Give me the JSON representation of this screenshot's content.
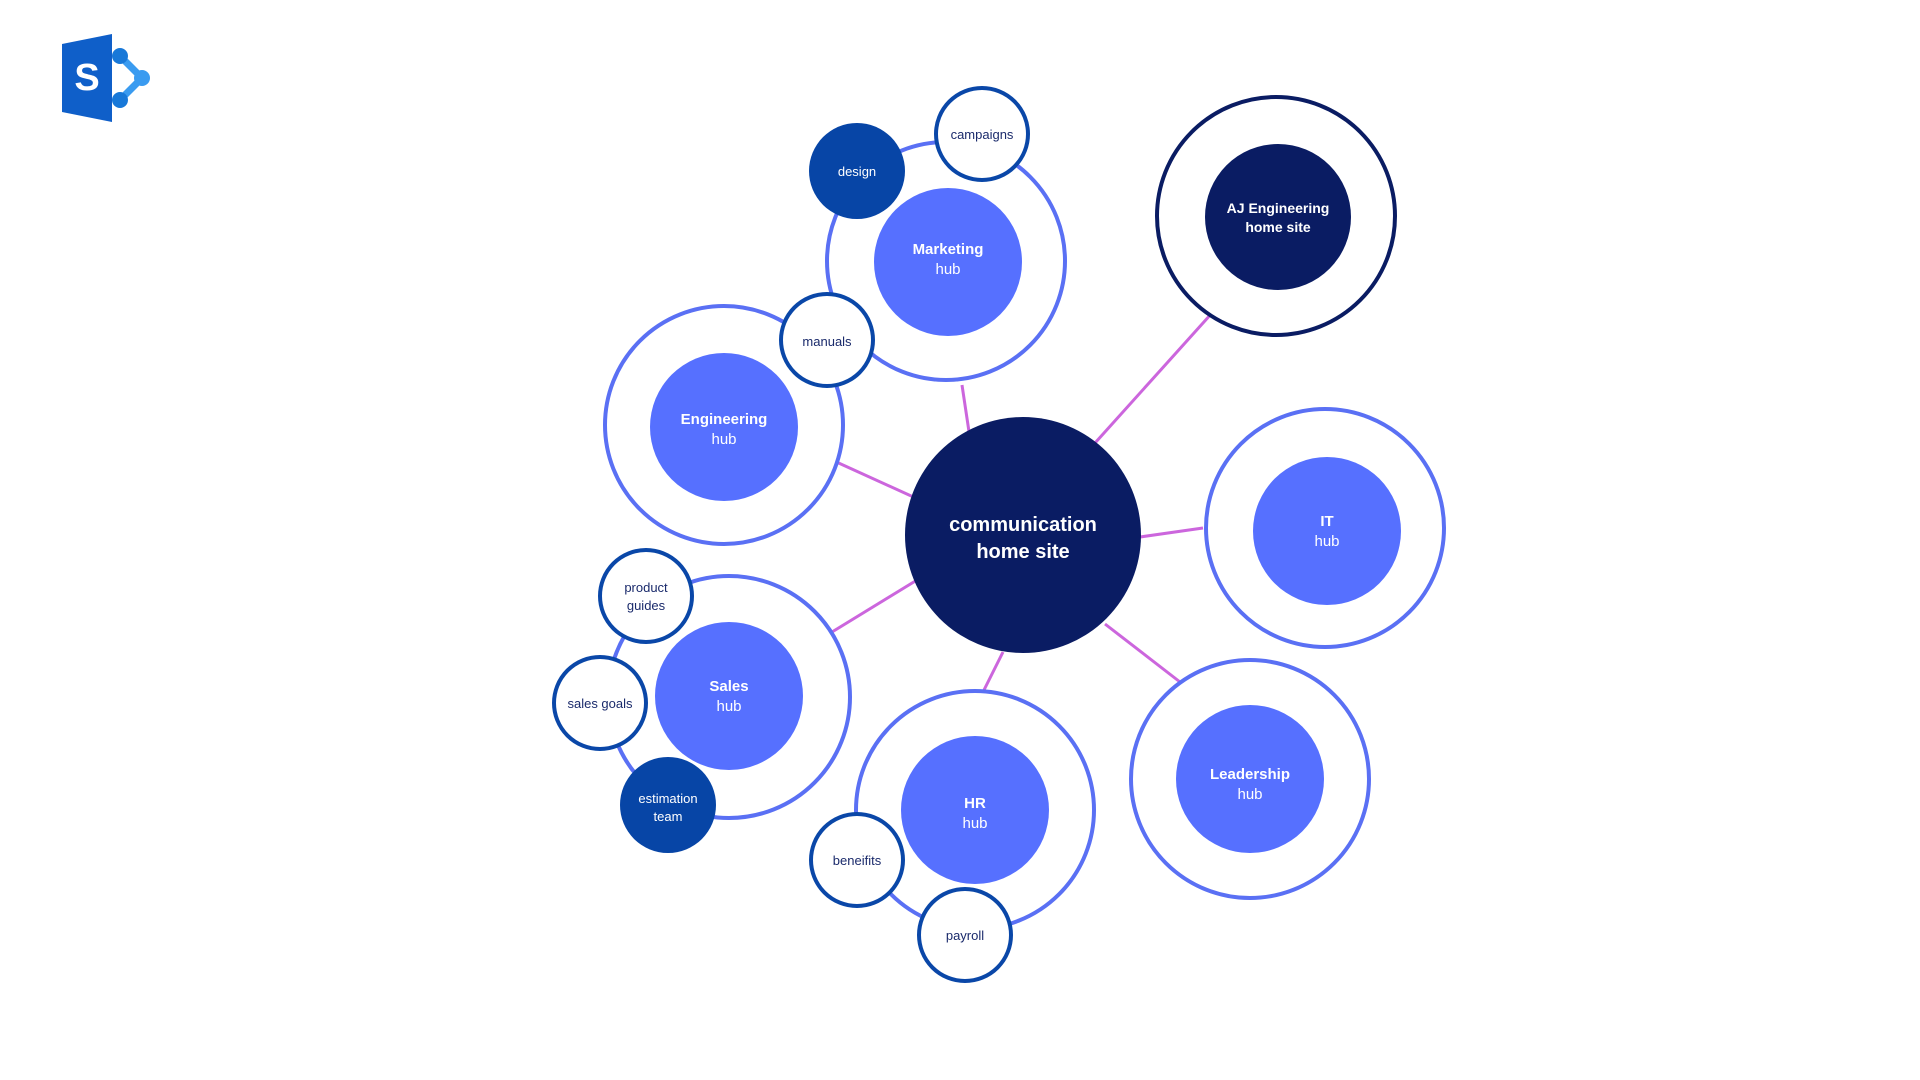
{
  "logo": {
    "name": "SharePoint",
    "letter": "S",
    "icon": "sharepoint-logo-icon",
    "colors": {
      "dark": "#0F5FC9",
      "mid": "#1878D8",
      "light": "#3A9BF0"
    }
  },
  "colors": {
    "connector": "#CC66DD",
    "hub_ring": "#5A70F4",
    "hub_fill": "#5670FF",
    "home_fill": "#0A1C63",
    "subsite_outline": "#0A47A8",
    "subsite_fill": "#0745A6"
  },
  "center": {
    "line1": "communication",
    "line2": "home site"
  },
  "home_site": {
    "line1": "AJ Engineering",
    "line2": "home site"
  },
  "hubs": [
    {
      "id": "marketing",
      "title": "Marketing",
      "sub": "hub"
    },
    {
      "id": "engineering",
      "title": "Engineering",
      "sub": "hub"
    },
    {
      "id": "sales",
      "title": "Sales",
      "sub": "hub"
    },
    {
      "id": "hr",
      "title": "HR",
      "sub": "hub"
    },
    {
      "id": "leadership",
      "title": "Leadership",
      "sub": "hub"
    },
    {
      "id": "it",
      "title": "IT",
      "sub": "hub"
    }
  ],
  "subsites": [
    {
      "id": "campaigns",
      "hub": "marketing",
      "lines": [
        "campaigns"
      ],
      "style": "outline"
    },
    {
      "id": "design",
      "hub": "marketing",
      "lines": [
        "design"
      ],
      "style": "filled"
    },
    {
      "id": "manuals",
      "hub": "engineering",
      "lines": [
        "manuals"
      ],
      "style": "outline"
    },
    {
      "id": "product-guides",
      "hub": "sales",
      "lines": [
        "product",
        "guides"
      ],
      "style": "outline"
    },
    {
      "id": "sales-goals",
      "hub": "sales",
      "lines": [
        "sales goals"
      ],
      "style": "outline"
    },
    {
      "id": "estimation-team",
      "hub": "sales",
      "lines": [
        "estimation",
        "team"
      ],
      "style": "filled"
    },
    {
      "id": "beneifits",
      "hub": "hr",
      "lines": [
        "beneifits"
      ],
      "style": "outline"
    },
    {
      "id": "payroll",
      "hub": "hr",
      "lines": [
        "payroll"
      ],
      "style": "outline"
    }
  ]
}
